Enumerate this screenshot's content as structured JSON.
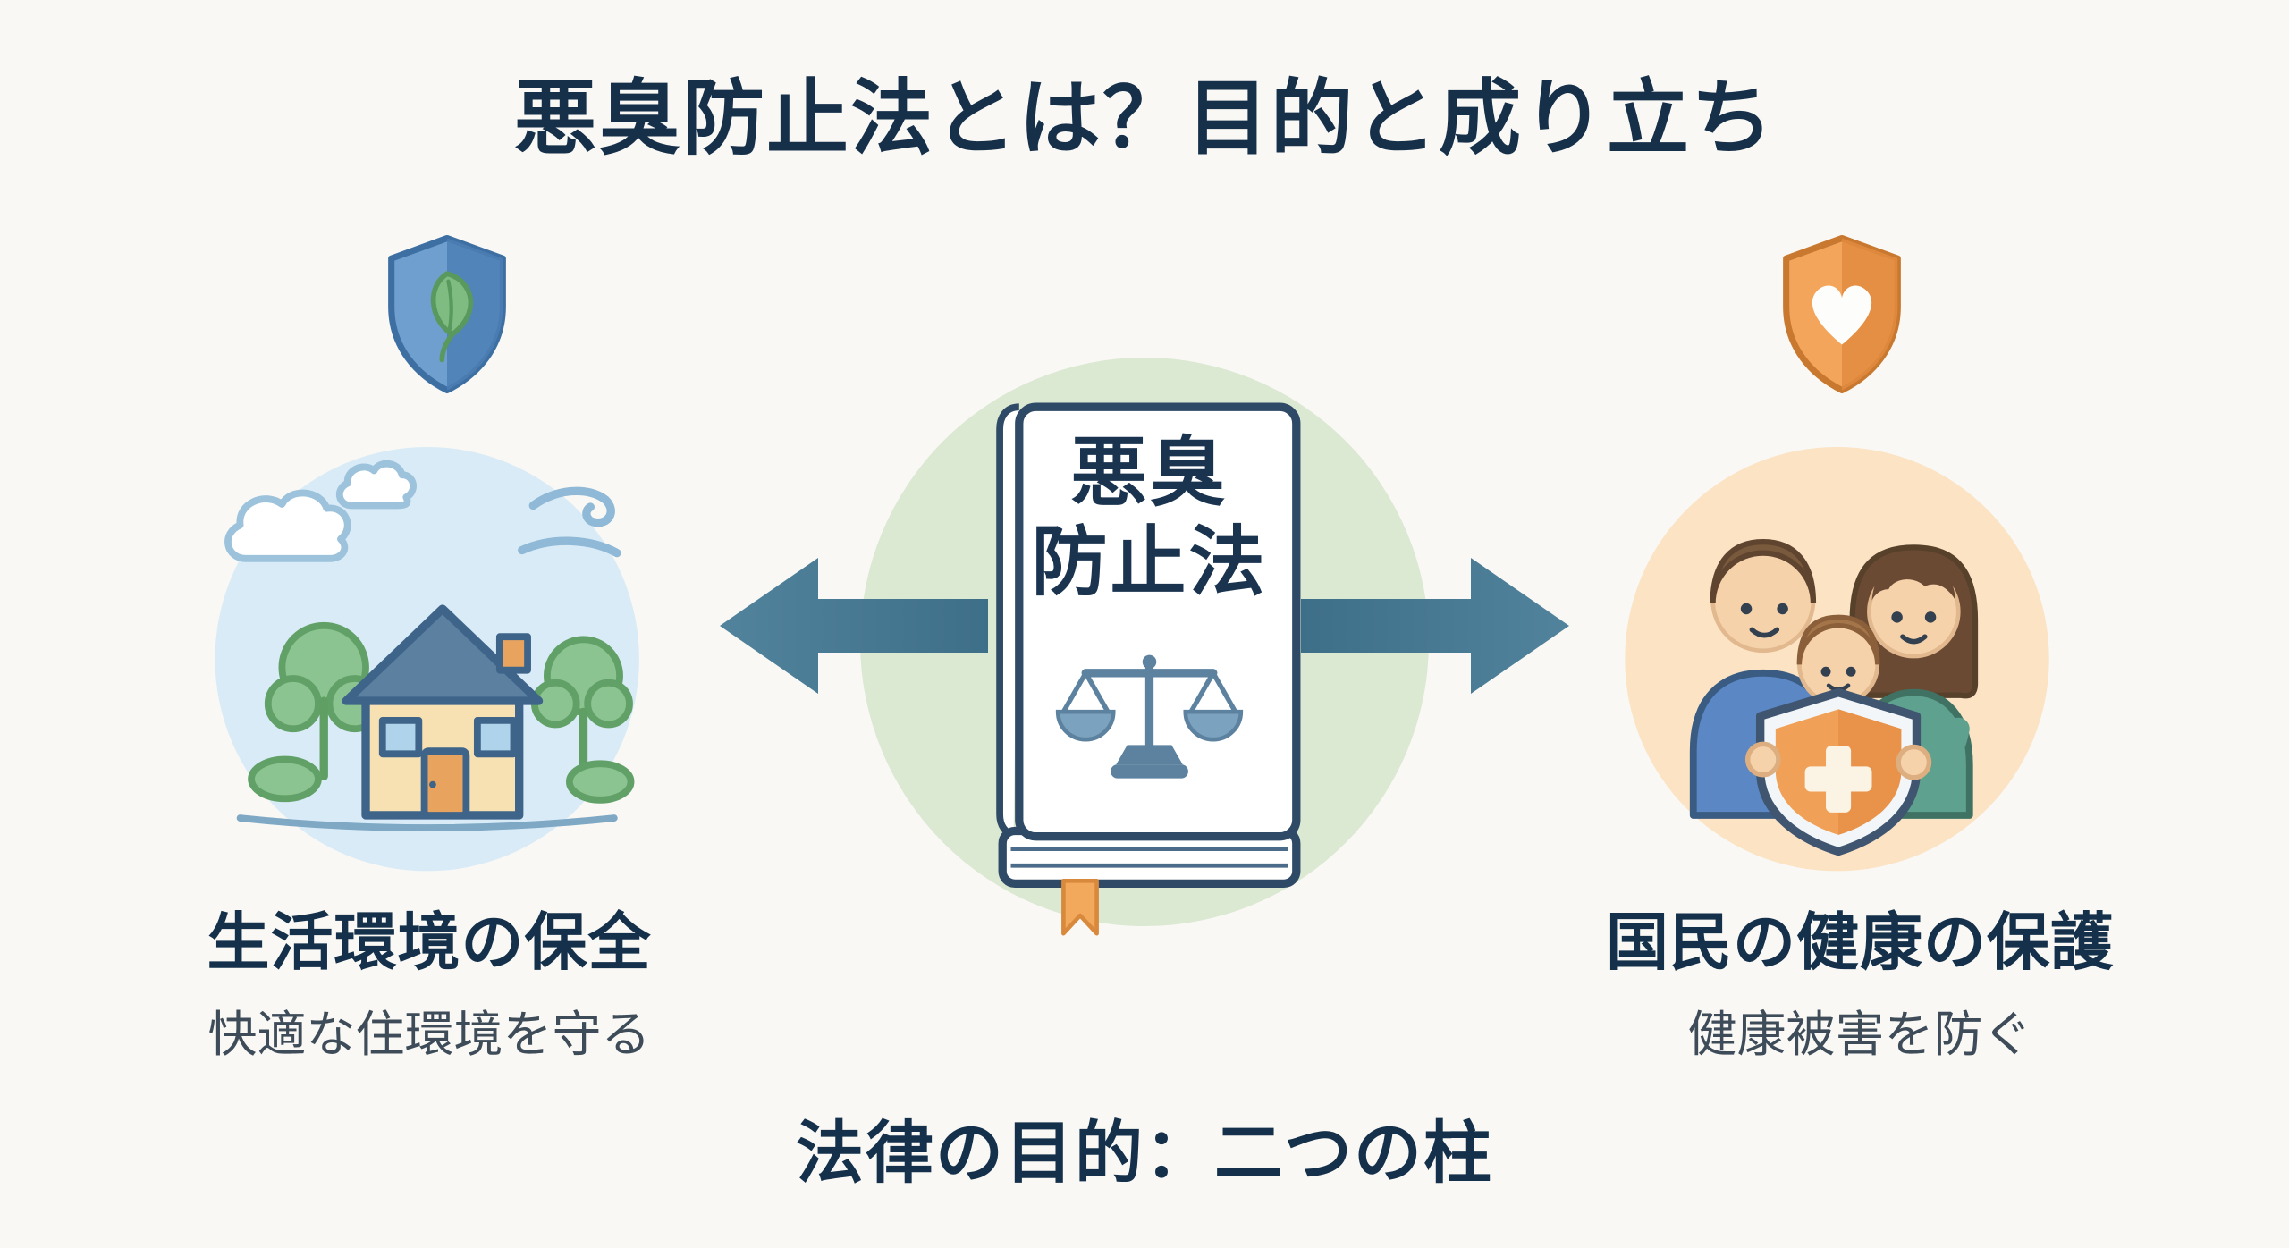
{
  "title": "悪臭防止法とは？目的と成り立ち",
  "book": {
    "line1": "悪臭",
    "line2": "防止法"
  },
  "left_pillar": {
    "heading": "生活環境の保全",
    "subheading": "快適な住環境を守る"
  },
  "right_pillar": {
    "heading": "国民の健康の保護",
    "subheading": "健康被害を防ぐ"
  },
  "footer": "法律の目的：二つの柱",
  "colors": {
    "background": "#f9f8f4",
    "text_dark": "#17304a",
    "text_sub": "#3e4c59",
    "arrow_teal": "#4a7b94",
    "green_circle": "#dbe8d2",
    "blue_scene_circle": "#d9ebf7",
    "peach_scene_circle": "#fbe3c4",
    "shield_blue": "#5b90c6",
    "shield_orange": "#e8964a",
    "book_outline": "#2e4a66",
    "bookmark_orange": "#f2a95c"
  },
  "icons": {
    "shield_leaf": "shield-leaf-icon",
    "shield_heart": "shield-heart-icon",
    "law_book": "law-book-illustration",
    "scales": "scales-of-justice-icon",
    "house_scene": "house-environment-illustration",
    "family_scene": "family-health-illustration",
    "left_arrow": "left-arrow-icon",
    "right_arrow": "right-arrow-icon"
  }
}
